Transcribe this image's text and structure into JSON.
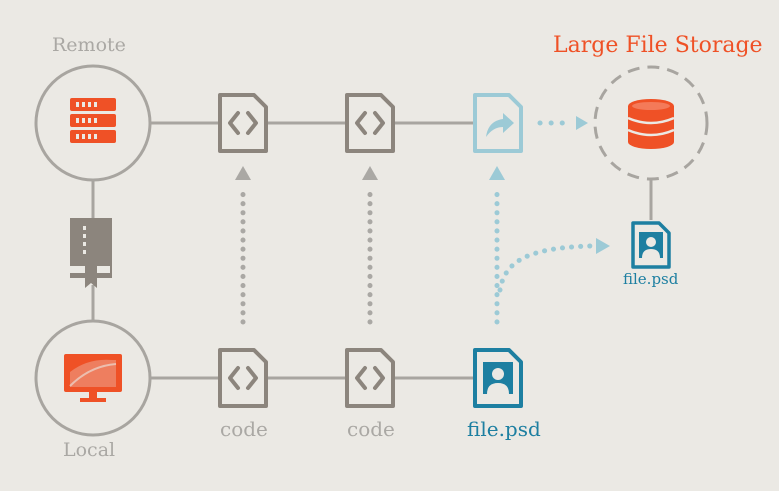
{
  "labels": {
    "remote": "Remote",
    "local": "Local",
    "large_file_storage": "Large File Storage",
    "code_1": "code",
    "code_2": "code",
    "file_psd_local": "file.psd",
    "file_psd_lfs": "file.psd"
  },
  "colors": {
    "background": "#ebe9e4",
    "neutral_gray": "#aaa8a4",
    "line_gray": "#a8a5a0",
    "file_gray": "#8c857d",
    "accent_orange": "#ef5126",
    "psd_blue": "#1d7fa1",
    "pointer_light_blue": "#9ccad6"
  },
  "icons": {
    "remote": "server-icon",
    "local": "monitor-icon",
    "link": "book-icon",
    "code_file": "code-file-icon",
    "pointer_file": "pointer-file-icon",
    "storage": "database-icon",
    "psd_file": "image-file-icon"
  }
}
